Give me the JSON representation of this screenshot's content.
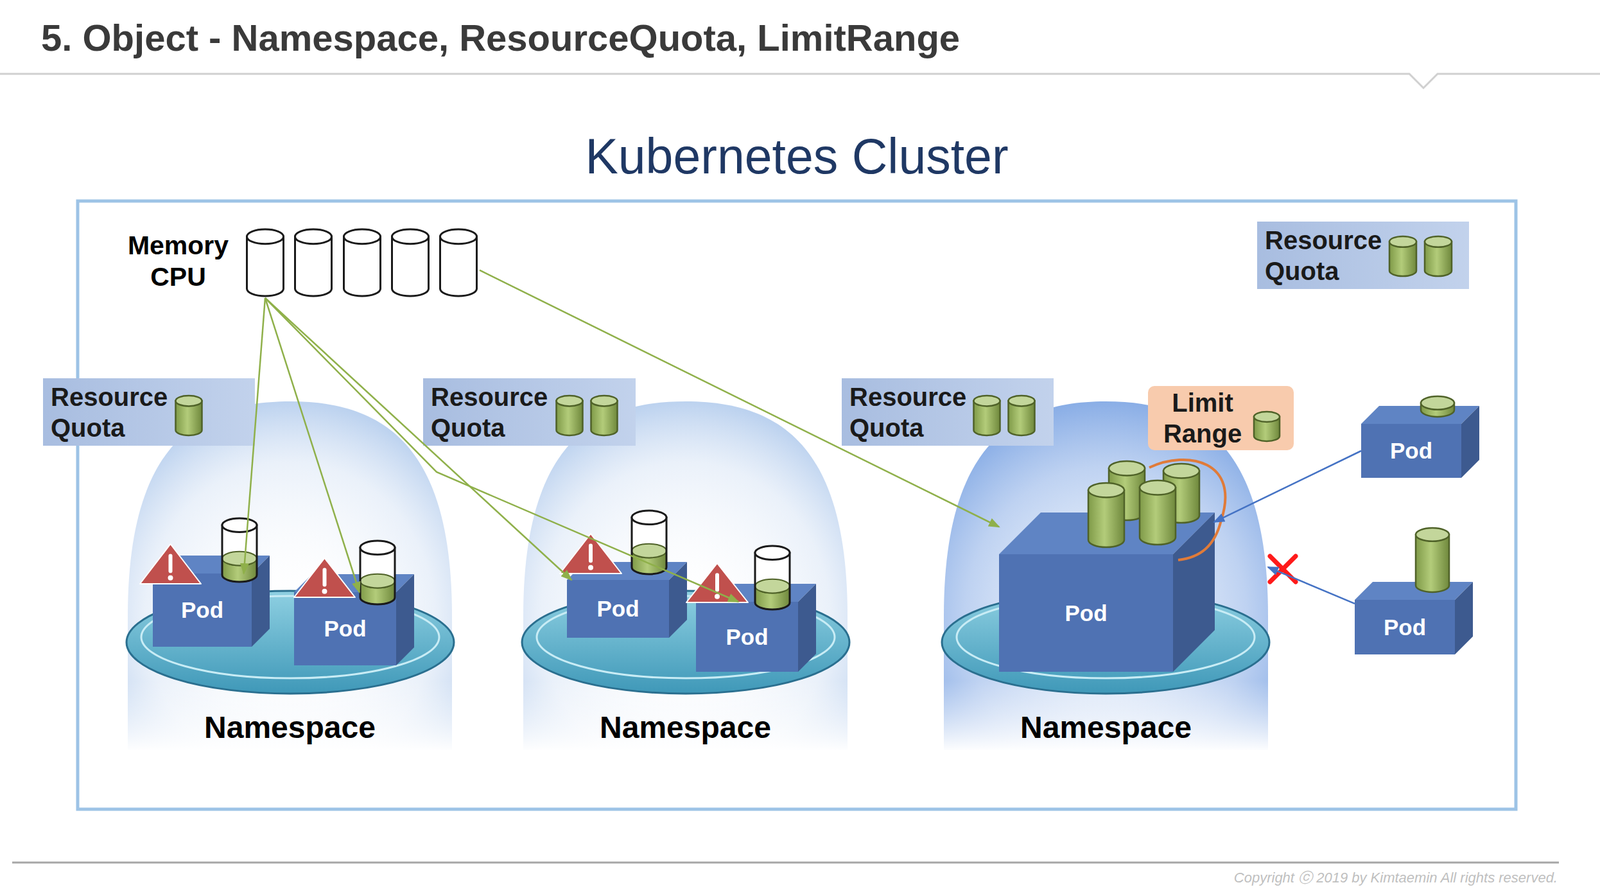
{
  "diagram": {
    "title": "5. Object - Namespace, ResourceQuota, LimitRange",
    "nodes": [
      {
        "text": [
          "Kubernetes Cluster"
        ]
      },
      {
        "text": [
          "Memory CPU"
        ],
        "in": 0
      },
      {
        "text": [
          "Resource Quota"
        ],
        "in": 0
      },
      {
        "text": [
          "Namespace"
        ],
        "in": 0
      },
      {
        "text": [
          "Resource Quota"
        ],
        "in": 3
      },
      {
        "text": [
          "Pod"
        ],
        "in": 3
      },
      {
        "text": [
          "Pod"
        ],
        "in": 3
      },
      {
        "text": [
          "Namespace"
        ],
        "in": 0
      },
      {
        "text": [
          "Resource Quota"
        ],
        "in": 7
      },
      {
        "text": [
          "Pod"
        ],
        "in": 7
      },
      {
        "text": [
          "Pod"
        ],
        "in": 7
      },
      {
        "text": [
          "Namespace"
        ],
        "in": 0
      },
      {
        "text": [
          "Resource Quota"
        ],
        "in": 11
      },
      {
        "text": [
          "Limit Range"
        ],
        "in": 11
      },
      {
        "text": [
          "Pod"
        ],
        "in": 11
      },
      {
        "text": [
          "Pod"
        ],
        "in": 0
      },
      {
        "text": [
          "Pod"
        ],
        "in": 0
      }
    ],
    "edges": [
      {
        "from": 1,
        "to": 5,
        "arrow": "to"
      },
      {
        "from": 1,
        "to": 6,
        "arrow": "to"
      },
      {
        "from": 1,
        "to": 9,
        "arrow": "to"
      },
      {
        "from": 1,
        "to": 10,
        "arrow": "to"
      },
      {
        "from": 1,
        "to": 14,
        "arrow": "to"
      },
      {
        "from": 15,
        "to": 14,
        "arrow": "to"
      },
      {
        "from": 16,
        "to": 11,
        "arrow": "to"
      }
    ],
    "labels": [
      "Copyright ⓒ 2019 by Kimtaemin All rights reserved."
    ]
  }
}
